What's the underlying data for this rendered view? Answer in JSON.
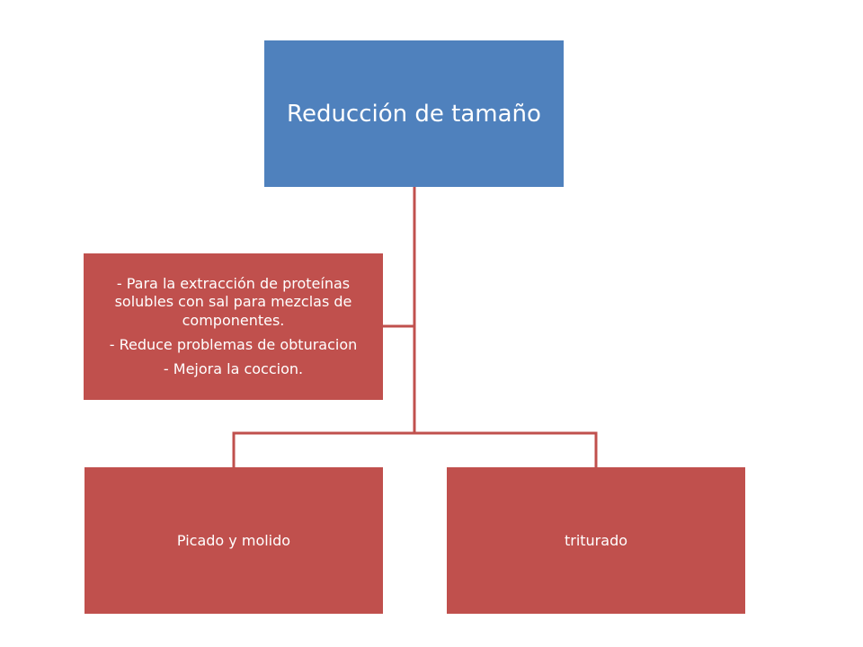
{
  "diagram": {
    "root": {
      "label": "Reducción de tamaño"
    },
    "assistant": {
      "lines": [
        "- Para la extracción de proteínas solubles con sal para mezclas de componentes.",
        "- Reduce problemas de obturacion",
        "- Mejora la coccion."
      ]
    },
    "children": [
      {
        "label": "Picado y molido"
      },
      {
        "label": "triturado"
      }
    ]
  },
  "colors": {
    "root_fill": "#4f81bd",
    "node_fill": "#c0504d",
    "connector": "#c0504d",
    "text": "#ffffff"
  }
}
